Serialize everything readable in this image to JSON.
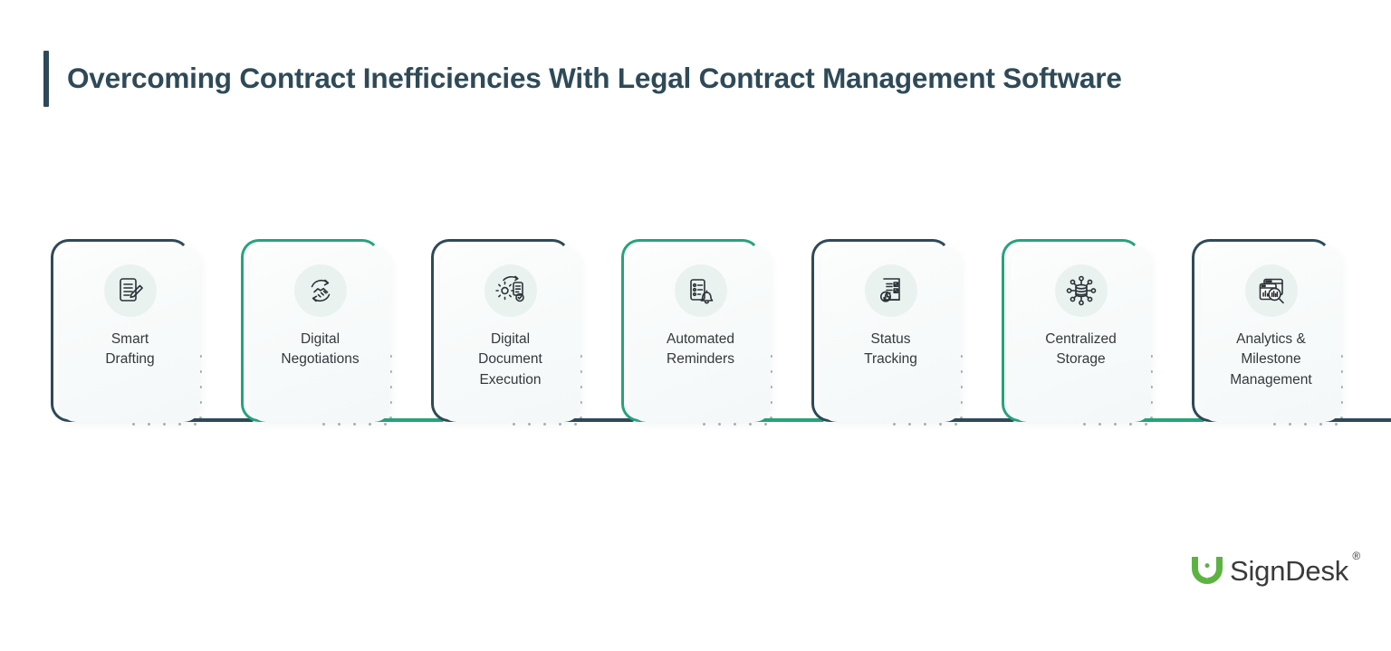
{
  "heading": {
    "regular_part": "Overcoming Contract Inefficiencies With Legal ",
    "bold_part": "Contract Management Software"
  },
  "colors": {
    "navy": "#2e4a58",
    "green": "#27a37c",
    "icon_circle": "#eaf2ef",
    "card_bg": "#f8fbfb",
    "label_text": "#34383c",
    "dot": "#a9b4b9",
    "logo_green": "#5cb342",
    "logo_text": "#3a3a3c"
  },
  "cards": [
    {
      "label": "Smart\nDrafting",
      "icon": "document-pen-icon",
      "accent": "navy"
    },
    {
      "label": "Digital\nNegotiations",
      "icon": "handshake-cycle-icon",
      "accent": "green"
    },
    {
      "label": "Digital\nDocument\nExecution",
      "icon": "gear-document-check-icon",
      "accent": "navy"
    },
    {
      "label": "Automated\nReminders",
      "icon": "checklist-bell-icon",
      "accent": "green"
    },
    {
      "label": "Status\nTracking",
      "icon": "document-thumbsup-icon",
      "accent": "navy"
    },
    {
      "label": "Centralized\nStorage",
      "icon": "database-network-icon",
      "accent": "green"
    },
    {
      "label": "Analytics &\nMilestone\nManagement",
      "icon": "chart-magnifier-icon",
      "accent": "navy"
    }
  ],
  "logo": {
    "word": "SignDesk",
    "registered": "®",
    "mark": "signdesk-pen-nib-logo"
  }
}
